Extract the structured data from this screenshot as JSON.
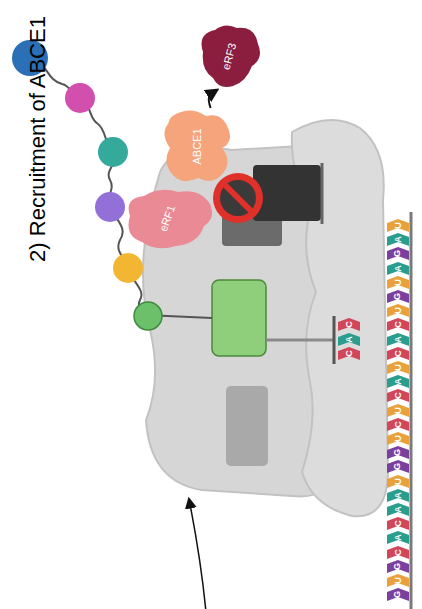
{
  "diagram": {
    "title": "2) Recruitment of ABCE1",
    "nodes": [
      {
        "text": [
          "eRF3"
        ]
      },
      {
        "text": [
          "ABCE1"
        ]
      },
      {
        "text": [
          "eRF1"
        ]
      },
      {
        "text": [
          "U"
        ]
      },
      {
        "text": [
          "A"
        ]
      },
      {
        "text": [
          "G"
        ]
      },
      {
        "text": [
          "A"
        ]
      },
      {
        "text": [
          "U"
        ]
      },
      {
        "text": [
          "G"
        ]
      },
      {
        "text": [
          "U"
        ]
      },
      {
        "text": [
          "C"
        ]
      },
      {
        "text": [
          "A"
        ]
      },
      {
        "text": [
          "C"
        ]
      },
      {
        "text": [
          "U"
        ]
      },
      {
        "text": [
          "A"
        ]
      },
      {
        "text": [
          "C"
        ]
      },
      {
        "text": [
          "U"
        ]
      },
      {
        "text": [
          "C"
        ]
      },
      {
        "text": [
          "U"
        ]
      },
      {
        "text": [
          "G"
        ]
      },
      {
        "text": [
          "G"
        ]
      },
      {
        "text": [
          "U"
        ]
      },
      {
        "text": [
          "A"
        ]
      },
      {
        "text": [
          "A"
        ]
      },
      {
        "text": [
          "C"
        ]
      },
      {
        "text": [
          "A"
        ]
      },
      {
        "text": [
          "C"
        ]
      },
      {
        "text": [
          "G"
        ]
      },
      {
        "text": [
          "U"
        ]
      },
      {
        "text": [
          "G"
        ]
      },
      {
        "text": [
          "C"
        ]
      },
      {
        "text": [
          "A"
        ]
      },
      {
        "text": [
          "C"
        ]
      }
    ],
    "edges": [
      {
        "from": 1,
        "to": 0,
        "arrow": "to"
      }
    ]
  }
}
